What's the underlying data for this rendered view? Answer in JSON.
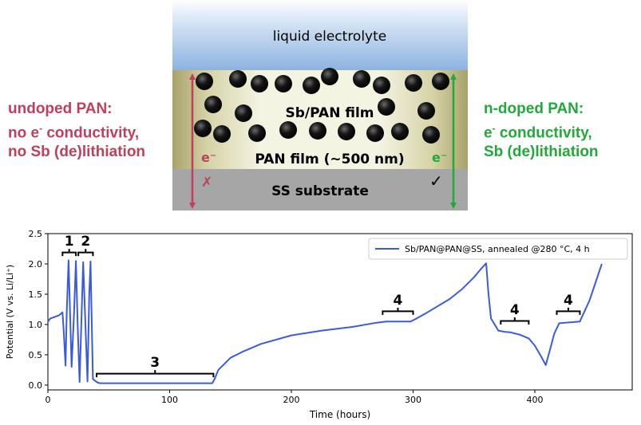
{
  "schematic": {
    "electrolyte_label": "liquid electrolyte",
    "sbpan_label": "Sb/PAN film",
    "pan_label": "PAN film (~500 nm)",
    "substrate_label": "SS substrate",
    "left_electron_label": "e⁻",
    "left_mark": "✗",
    "right_electron_label": "e⁻",
    "right_mark": "✓"
  },
  "left_text": {
    "line1": "undoped PAN:",
    "line2_prefix": "no e",
    "line2_sup": "-",
    "line2_suffix": " conductivity,",
    "line3": "no Sb (de)lithiation"
  },
  "right_text": {
    "line1": "n-doped PAN:",
    "line2_prefix": "e",
    "line2_sup": "-",
    "line2_suffix": " conductivity,",
    "line3": "Sb (de)lithiation"
  },
  "colors": {
    "undoped": "#c0405c",
    "ndoped": "#22a93a",
    "line": "#3a5be0"
  },
  "chart_data": {
    "type": "line",
    "xlabel": "Time (hours)",
    "ylabel": "Potential (V vs. Li/Li⁺)",
    "xlim": [
      0,
      480
    ],
    "ylim": [
      -0.08,
      2.5
    ],
    "xticks": [
      0,
      100,
      200,
      300,
      400
    ],
    "yticks": [
      0.0,
      0.5,
      1.0,
      1.5,
      2.0,
      2.5
    ],
    "legend": "Sb/PAN@PAN@SS, annealed @280 °C, 4 h",
    "legend_position": "top-right",
    "grid": false,
    "series": [
      {
        "name": "Sb/PAN@PAN@SS, annealed @280 °C, 4 h",
        "x": [
          0,
          2,
          5,
          9,
          12,
          13,
          14.5,
          15.5,
          17,
          19.5,
          21.5,
          23,
          24.5,
          26,
          29,
          31,
          32.5,
          34,
          35,
          37,
          39.5,
          41,
          43,
          60,
          100,
          130,
          135,
          137,
          140,
          150,
          160,
          175,
          200,
          225,
          250,
          270,
          278,
          298,
          302,
          310,
          320,
          330,
          340,
          350,
          355,
          360,
          362,
          364,
          370,
          375,
          380,
          388,
          395,
          400,
          405,
          409,
          412,
          416,
          420,
          437,
          445,
          455
        ],
        "y": [
          1.05,
          1.1,
          1.12,
          1.15,
          1.2,
          0.9,
          0.32,
          1.2,
          2.06,
          0.3,
          1.2,
          2.05,
          0.95,
          0.05,
          2.03,
          0.9,
          0.06,
          1.5,
          2.04,
          0.1,
          0.06,
          0.04,
          0.03,
          0.03,
          0.03,
          0.03,
          0.03,
          0.1,
          0.25,
          0.45,
          0.55,
          0.68,
          0.82,
          0.9,
          0.96,
          1.03,
          1.05,
          1.05,
          1.09,
          1.18,
          1.3,
          1.42,
          1.58,
          1.78,
          1.9,
          2.01,
          1.5,
          1.1,
          0.9,
          0.88,
          0.87,
          0.83,
          0.77,
          0.65,
          0.48,
          0.33,
          0.55,
          0.85,
          1.02,
          1.05,
          1.4,
          2.0
        ]
      }
    ],
    "annotations": [
      {
        "text": "1",
        "x_start": 12,
        "x_end": 23,
        "y": 2.05
      },
      {
        "text": "2",
        "x_start": 25,
        "x_end": 37,
        "y": 2.05
      },
      {
        "text": "3",
        "x_start": 40,
        "x_end": 136,
        "y": 0.05
      },
      {
        "text": "4",
        "x_start": 275,
        "x_end": 300,
        "y": 1.08
      },
      {
        "text": "4",
        "x_start": 372,
        "x_end": 395,
        "y": 0.92
      },
      {
        "text": "4",
        "x_start": 418,
        "x_end": 437,
        "y": 1.08
      }
    ]
  }
}
